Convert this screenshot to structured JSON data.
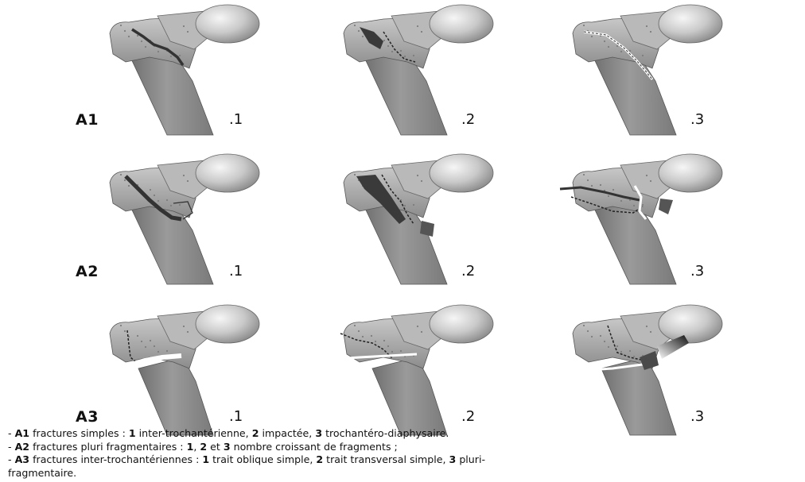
{
  "rows": [
    {
      "label": "A1",
      "cells": [
        {
          "sub": ".1"
        },
        {
          "sub": ".2"
        },
        {
          "sub": ".3"
        }
      ]
    },
    {
      "label": "A2",
      "cells": [
        {
          "sub": ".1"
        },
        {
          "sub": ".2"
        },
        {
          "sub": ".3"
        }
      ]
    },
    {
      "label": "A3",
      "cells": [
        {
          "sub": ".1"
        },
        {
          "sub": ".2"
        },
        {
          "sub": ".3"
        }
      ]
    }
  ],
  "legend": [
    {
      "dash": "- ",
      "key": "A1",
      "text_a": " fractures simples : ",
      "n1": "1",
      "text_b": " inter-trochantérienne, ",
      "n2": "2",
      "text_c": " impactée, ",
      "n3": "3",
      "text_d": " trochantéro-diaphysaire."
    },
    {
      "dash": "- ",
      "key": "A2",
      "text_a": " fractures pluri fragmentaires : ",
      "n1": "1",
      "text_b": ", ",
      "n2": "2",
      "text_c": " et ",
      "n3": "3",
      "text_d": " nombre croissant de fragments ;"
    },
    {
      "dash": "- ",
      "key": "A3",
      "text_a": " fractures inter-trochantériennes : ",
      "n1": "1",
      "text_b": " trait oblique simple, ",
      "n2": "2",
      "text_c": " trait transversal simple, ",
      "n3": "3",
      "text_d": " pluri-"
    }
  ],
  "legend_tail": "fragmentaire."
}
